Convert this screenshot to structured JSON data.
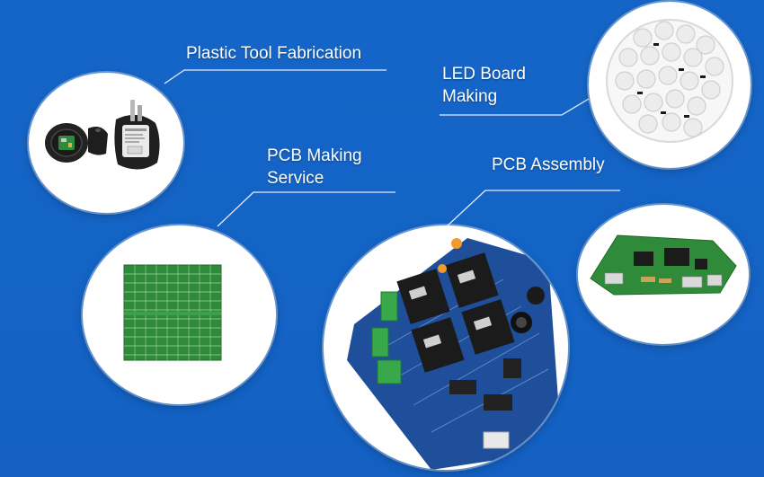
{
  "colors": {
    "background": "#1464c6",
    "circle": "#ffffff",
    "label": "#ffffff",
    "connector": "#e6eefc",
    "pcb_green": "#2f8a3a",
    "pcb_blue": "#1f4f9a",
    "relay_black": "#1b1b1b",
    "led_lens": "#f2f2f2"
  },
  "sections": [
    {
      "id": "plastic-tool",
      "label_lines": [
        "Plastic Tool Fabrication"
      ],
      "image": "plastic-adapter-parts"
    },
    {
      "id": "led-board",
      "label_lines": [
        "LED Board",
        "Making"
      ],
      "image": "round-led-board"
    },
    {
      "id": "pcb-making",
      "label_lines": [
        "PCB Making",
        "Service"
      ],
      "image": "green-bare-pcb-panel"
    },
    {
      "id": "pcb-assembly",
      "label_lines": [
        "PCB Assembly"
      ],
      "image": "blue-relay-board"
    },
    {
      "id": "assembled-board",
      "label_lines": [],
      "image": "green-assembled-pcb"
    }
  ]
}
